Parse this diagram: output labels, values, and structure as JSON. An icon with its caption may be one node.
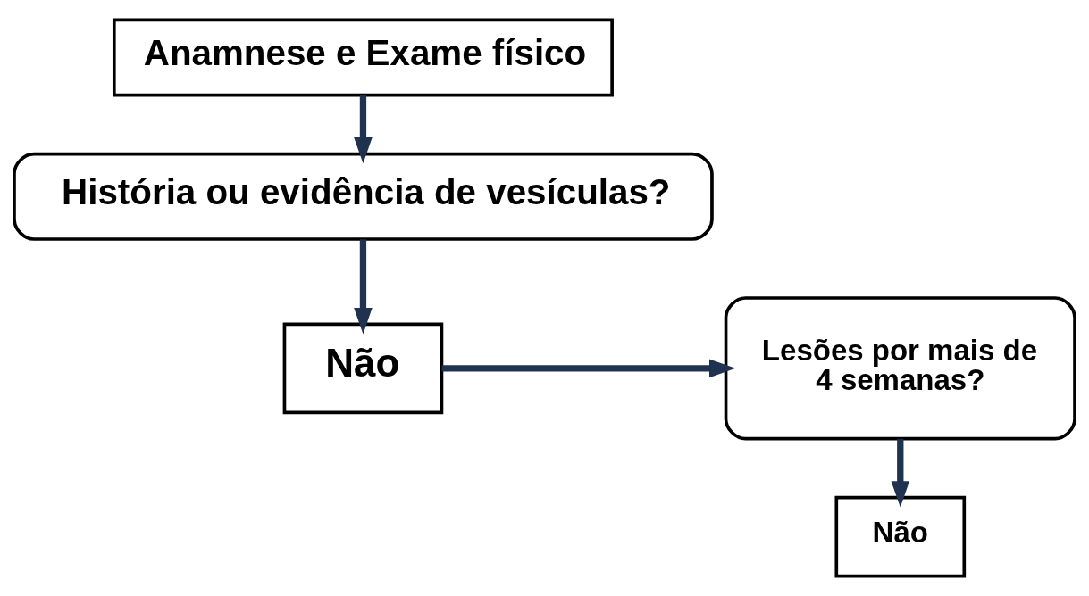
{
  "diagram": {
    "nodes": [
      {
        "text": [
          "Anamnese e Exame físico"
        ]
      },
      {
        "text": [
          "História ou evidência de vesículas?"
        ]
      },
      {
        "text": [
          "Não"
        ]
      },
      {
        "text": [
          "Lesões por mais de 4 semanas?"
        ]
      },
      {
        "text": [
          "Não"
        ]
      }
    ],
    "edges": [
      {
        "from": 0,
        "to": 1,
        "arrow": "to"
      },
      {
        "from": 1,
        "to": 2,
        "arrow": "to"
      },
      {
        "from": 2,
        "to": 3,
        "arrow": "to"
      },
      {
        "from": 3,
        "to": 4,
        "arrow": "to"
      }
    ]
  }
}
